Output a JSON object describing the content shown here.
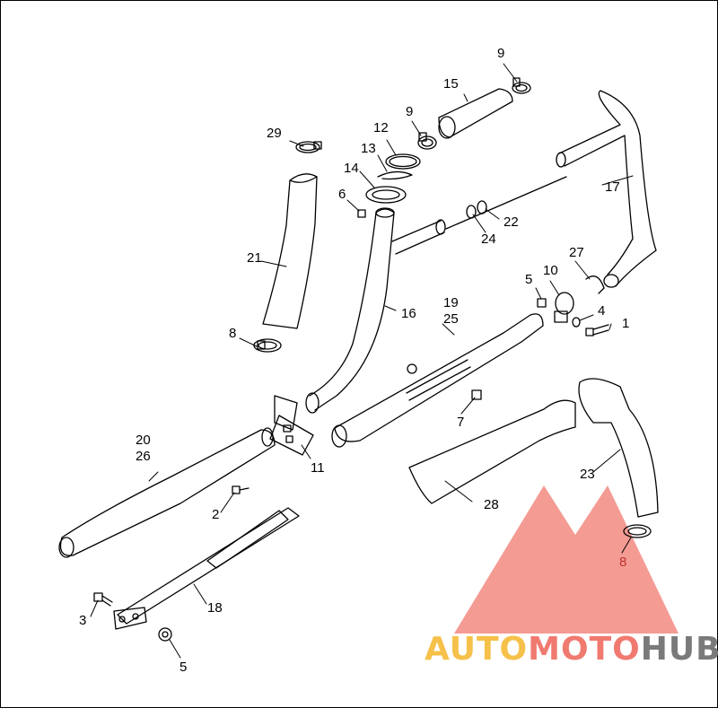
{
  "callouts": {
    "n1": "1",
    "n2": "2",
    "n3": "3",
    "n4": "4",
    "n5a": "5",
    "n5b": "5",
    "n6": "6",
    "n7": "7",
    "n8a": "8",
    "n8b": "8",
    "n9a": "9",
    "n9b": "9",
    "n10": "10",
    "n11": "11",
    "n12": "12",
    "n13": "13",
    "n14": "14",
    "n15": "15",
    "n16": "16",
    "n17": "17",
    "n18": "18",
    "n19": "19",
    "n20": "20",
    "n21": "21",
    "n22": "22",
    "n23": "23",
    "n24": "24",
    "n25": "25",
    "n26": "26",
    "n27": "27",
    "n28": "28",
    "n29": "29"
  },
  "watermark": {
    "part1": "AUTO",
    "part2": "MOTO",
    "part3": "HUB",
    "colors": {
      "auto": "#f6c14a",
      "moto": "#f07a70",
      "hub": "#7a7a7a",
      "logo": "#f07a70"
    }
  }
}
